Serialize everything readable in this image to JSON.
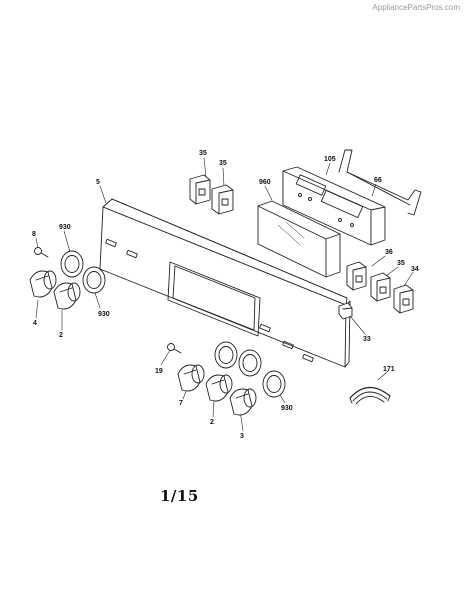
{
  "watermark": "AppliancePartsPros.com",
  "page_number": "1/15",
  "callouts": {
    "p35a": "35",
    "p35b": "35",
    "p105": "105",
    "p960": "960",
    "p66": "66",
    "p5": "5",
    "p8": "8",
    "p930a": "930",
    "p4": "4",
    "p2a": "2",
    "p930b": "930",
    "p36": "36",
    "p35c": "35",
    "p34": "34",
    "p33": "33",
    "p19": "19",
    "p7": "7",
    "p2b": "2",
    "p3": "3",
    "p930c": "930",
    "p171": "171"
  }
}
